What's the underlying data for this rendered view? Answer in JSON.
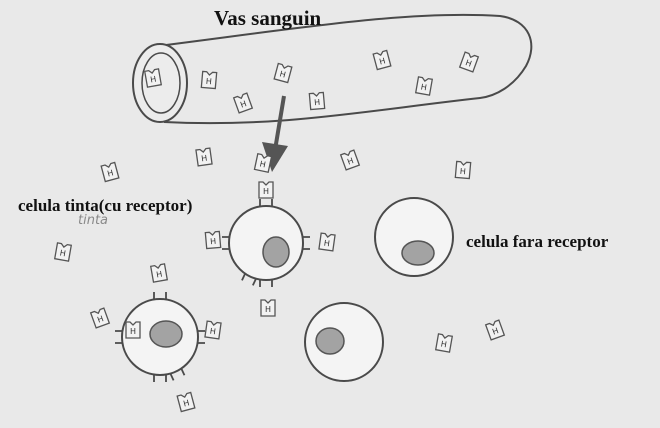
{
  "labels": {
    "title": "Vas sanguin",
    "target_cell": "celula tinta(cu receptor)",
    "cell_without_receptor": "celula fara receptor",
    "handwritten_note": "tinta"
  },
  "hormone_symbol": "H",
  "colors": {
    "background": "#e9e9e9",
    "outline": "#4a4a4a",
    "cell_fill": "#f4f4f4",
    "nucleus_fill": "#a3a3a3",
    "arrow": "#555555",
    "hormone_fill": "#f2f2f2"
  },
  "icons": {
    "arrow": "arrow-down-icon",
    "hormone": "hormone-h-icon"
  }
}
